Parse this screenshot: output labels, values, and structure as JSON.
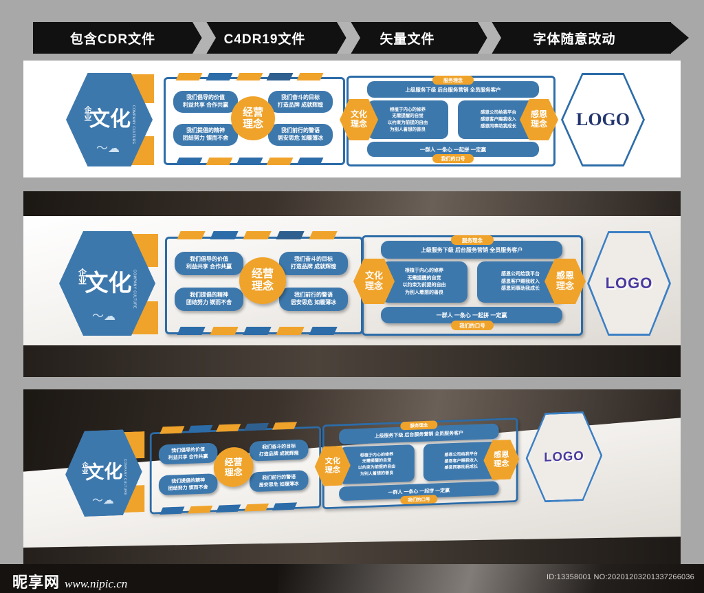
{
  "ribbon": {
    "segments": [
      {
        "label": "包含CDR文件"
      },
      {
        "label": "C4DR19文件"
      },
      {
        "label": "矢量文件"
      },
      {
        "label": "字体随意改动"
      }
    ]
  },
  "art": {
    "culture_hex": {
      "small": "企业",
      "big": "文化",
      "pinyin": "COMPANY CULTURE",
      "cloud": "☁"
    },
    "center": {
      "circle_line1": "经营",
      "circle_line2": "理念",
      "pills": [
        {
          "line1": "我们倡导的价值",
          "line2": "利益共享  合作共赢"
        },
        {
          "line1": "我们提倡的精神",
          "line2": "团结努力  锲而不舍"
        },
        {
          "line1": "我们奋斗的目标",
          "line2": "打造品牌  成就辉煌"
        },
        {
          "line1": "我们前行的警语",
          "line2": "居安思危  如履薄冰"
        }
      ]
    },
    "right": {
      "service_tag": "服务理念",
      "service_line": "上级服务下级   后台服务营销   全员服务客户",
      "culture_badge_l1": "文化",
      "culture_badge_l2": "理念",
      "culture_text": [
        "根植于内心的修养",
        "无需提醒的自觉",
        "以约束为前提的自由",
        "为别人着想的善良"
      ],
      "gratitude_badge_l1": "感恩",
      "gratitude_badge_l2": "理念",
      "gratitude_text": [
        "感恩公司给我平台",
        "感恩客户赐我收入",
        "感恩同事助我成长"
      ],
      "slogan_line": "一群人   一条心   一起拼   一定赢",
      "slogan_tag": "我们的口号"
    },
    "logo": "LOGO"
  },
  "footer": {
    "brand": "昵享网",
    "url": "www.nipic.cn",
    "id": "ID:13358001 NO:20201203201337266036"
  },
  "colors": {
    "blue": "#3d78ad",
    "blue_dark": "#2c6ca8",
    "orange": "#f0a32a",
    "logo_navy": "#22356e",
    "logo_purple": "#4a3a9e",
    "black": "#111111"
  }
}
